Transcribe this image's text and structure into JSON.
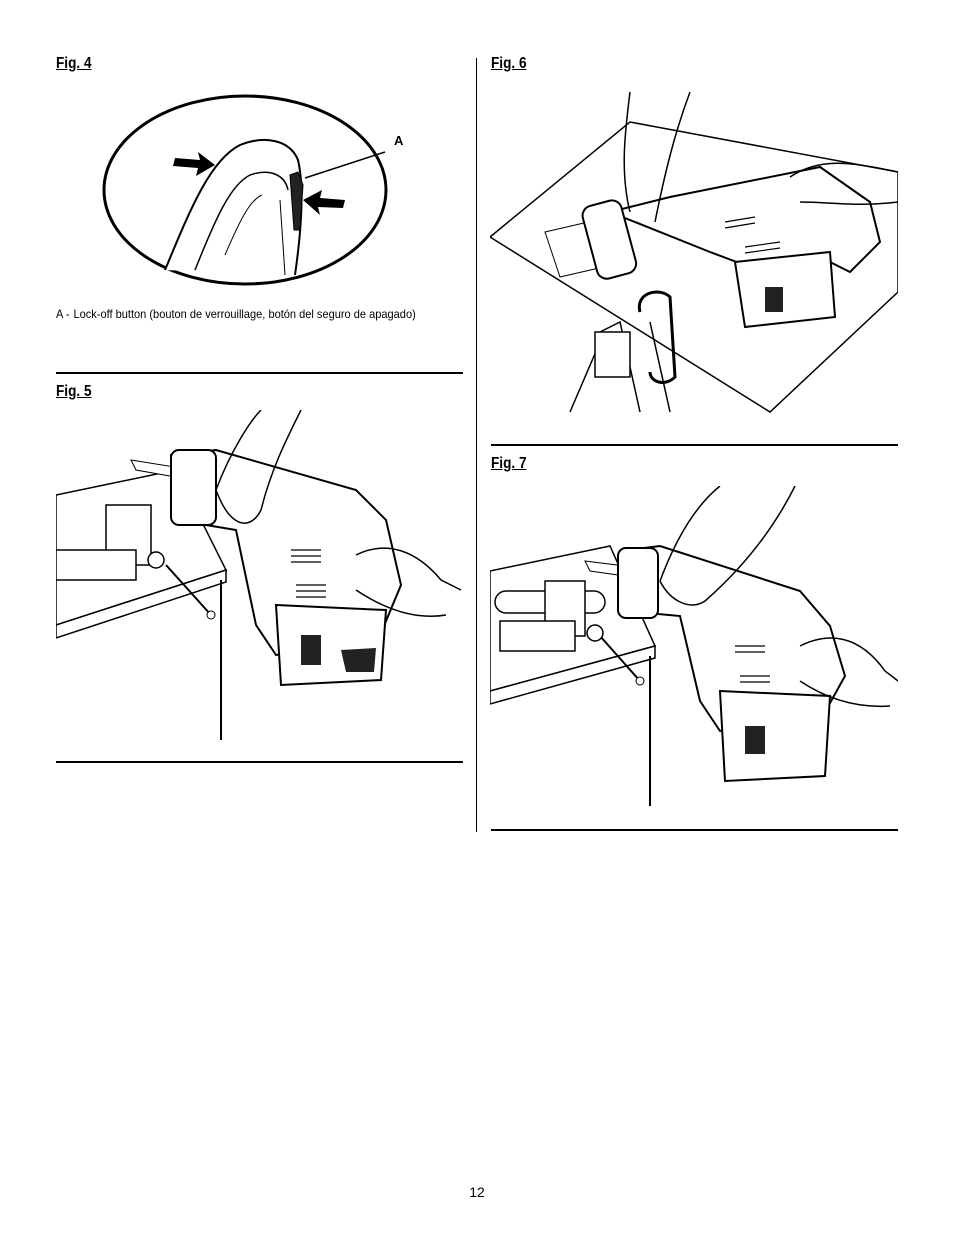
{
  "figures": {
    "fig4": {
      "label": "Fig. 4",
      "callout": "A"
    },
    "fig5": {
      "label": "Fig. 5"
    },
    "fig6": {
      "label": "Fig. 6"
    },
    "fig7": {
      "label": "Fig. 7"
    }
  },
  "caption": {
    "key": "A -",
    "text": "Lock-off button (bouton de verrouillage, botón del seguro de apagado)"
  },
  "page_number": "12"
}
